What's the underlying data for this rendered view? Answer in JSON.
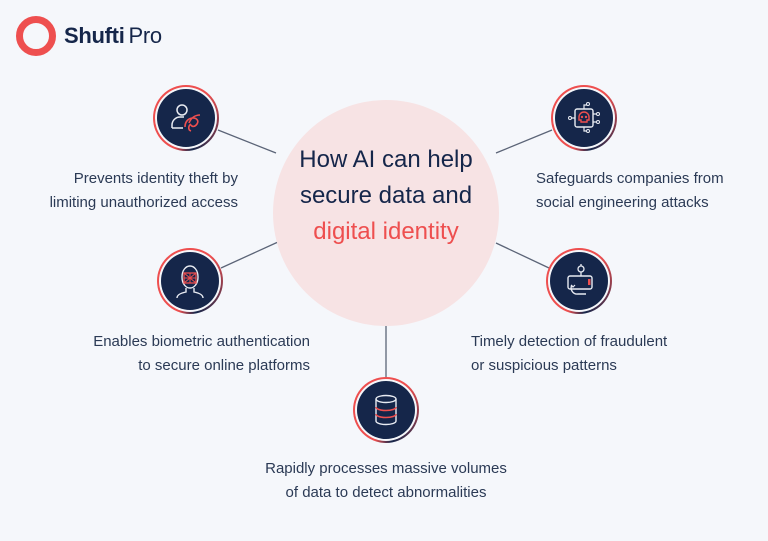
{
  "brand": {
    "name_bold": "Shufti",
    "name_regular": "Pro",
    "accent_color": "#ee4f4f",
    "dark_color": "#15264a"
  },
  "hub": {
    "title_line1": "How AI can help",
    "title_line2": "secure data and",
    "title_line3": "digital identity",
    "fill_color": "#f7e3e4"
  },
  "nodes": [
    {
      "icon": "user-fingerprint-icon",
      "caption_line1": "Prevents identity theft by",
      "caption_line2": "limiting unauthorized access"
    },
    {
      "icon": "skull-chip-icon",
      "caption_line1": "Safeguards companies from",
      "caption_line2": "social engineering attacks"
    },
    {
      "icon": "face-scan-icon",
      "caption_line1": "Enables biometric authentication",
      "caption_line2": "to secure online platforms"
    },
    {
      "icon": "detection-device-icon",
      "caption_line1": "Timely detection of fraudulent",
      "caption_line2": "or suspicious patterns"
    },
    {
      "icon": "database-icon",
      "caption_line1": "Rapidly processes massive volumes",
      "caption_line2": "of data to detect abnormalities"
    }
  ]
}
